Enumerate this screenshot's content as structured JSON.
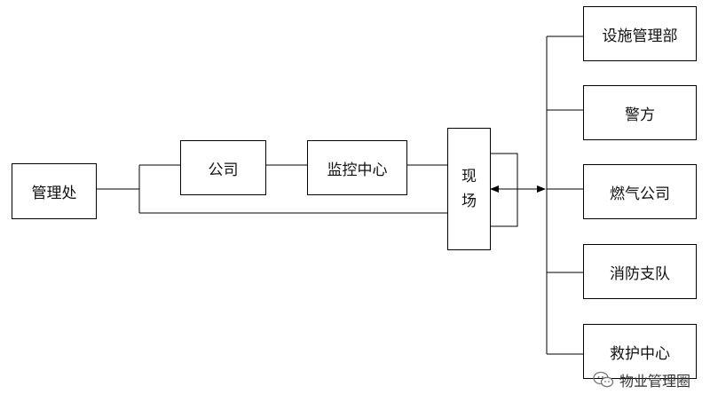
{
  "diagram": {
    "left_node": "管理处",
    "chain": [
      "公司",
      "监控中心"
    ],
    "site": [
      "现",
      "场"
    ],
    "responders": [
      "设施管理部",
      "警方",
      "燃气公司",
      "消防支队",
      "救护中心"
    ]
  },
  "watermark": {
    "text": "物业管理圈",
    "icon": "wechat-icon"
  }
}
